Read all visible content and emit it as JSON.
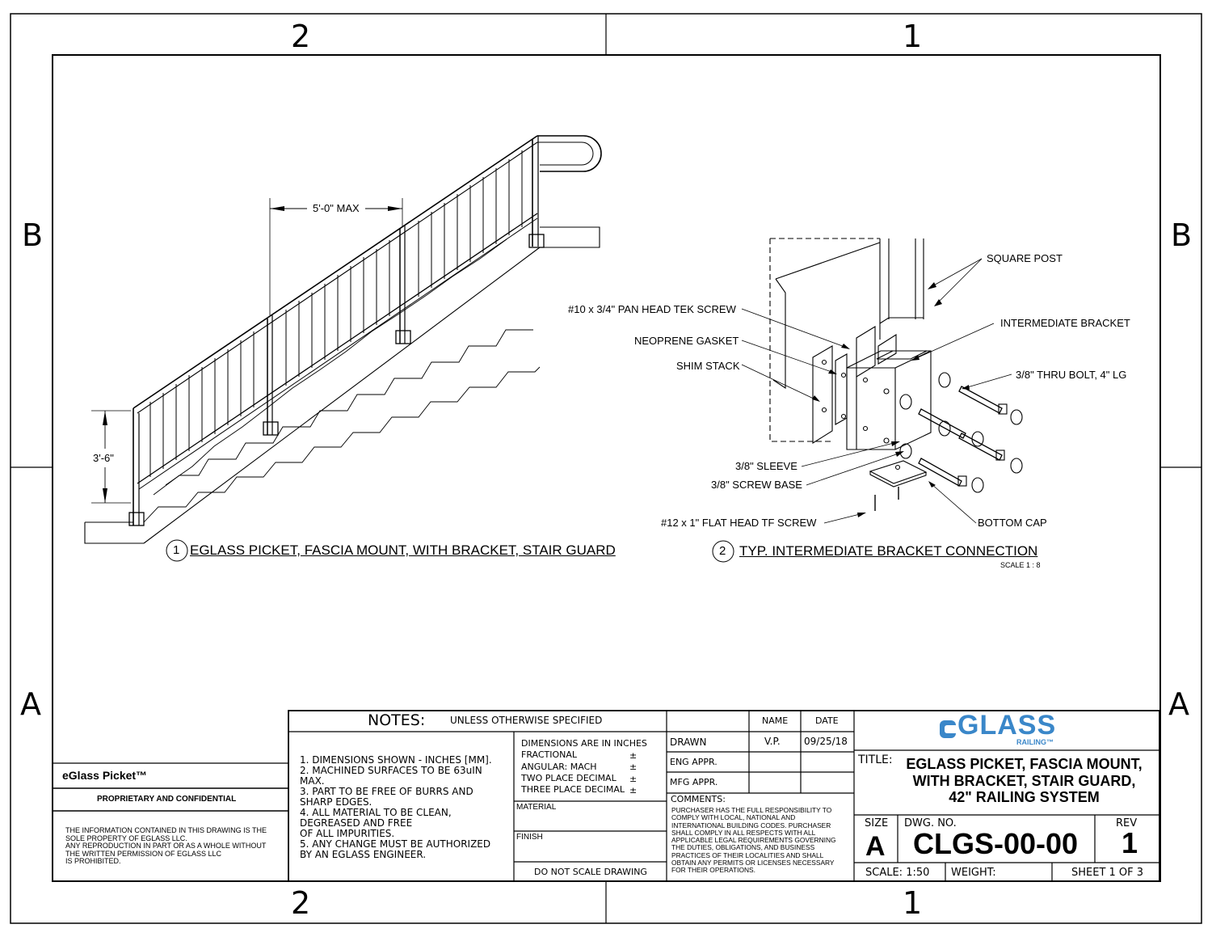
{
  "zones": {
    "top_left": "2",
    "top_right": "1",
    "bottom_left": "2",
    "bottom_right": "1",
    "left_upper": "B",
    "left_lower": "A",
    "right_upper": "B",
    "right_lower": "A"
  },
  "view1": {
    "number": "1",
    "title": "EGLASS PICKET, FASCIA MOUNT, WITH BRACKET, STAIR GUARD",
    "dim_max": "5'-0\" MAX",
    "dim_height": "3'-6\""
  },
  "view2": {
    "number": "2",
    "title": "TYP. INTERMEDIATE BRACKET CONNECTION",
    "scale": "SCALE 1 : 8",
    "callouts": {
      "square_post": "SQUARE POST",
      "tek_screw": "#10 x 3/4\" PAN HEAD TEK SCREW",
      "intermediate_bracket": "INTERMEDIATE BRACKET",
      "neoprene_gasket": "NEOPRENE GASKET",
      "shim_stack": "SHIM STACK",
      "thru_bolt": "3/8\" THRU BOLT, 4\" LG",
      "sleeve": "3/8\" SLEEVE",
      "screw_base": "3/8\" SCREW BASE",
      "flat_head_screw": "#12 x 1\" FLAT HEAD TF SCREW",
      "bottom_cap": "BOTTOM CAP"
    }
  },
  "title_block": {
    "product": "eGlass Picket™",
    "proprietary": "PROPRIETARY AND CONFIDENTIAL",
    "proprietary_text": [
      "THE INFORMATION CONTAINED IN THIS DRAWING IS THE",
      "SOLE PROPERTY OF EGLASS LLC.",
      "ANY REPRODUCTION IN PART OR AS A WHOLE WITHOUT",
      "THE WRITTEN PERMISSION OF EGLASS LLC",
      "IS PROHIBITED."
    ],
    "notes_heading": "NOTES:",
    "notes_sub": "UNLESS OTHERWISE SPECIFIED",
    "notes": [
      "1. DIMENSIONS SHOWN - INCHES [MM].",
      "2. MACHINED SURFACES TO BE 63uIN",
      "MAX.",
      "3. PART TO BE FREE OF BURRS AND",
      "SHARP EDGES.",
      "4. ALL MATERIAL TO BE CLEAN,",
      "DEGREASED AND FREE",
      "OF ALL IMPURITIES.",
      "5. ANY CHANGE MUST BE AUTHORIZED",
      "BY AN EGLASS ENGINEER."
    ],
    "tolerances": [
      "DIMENSIONS ARE IN INCHES",
      "FRACTIONAL",
      "ANGULAR: MACH",
      "TWO PLACE DECIMAL",
      "THREE PLACE DECIMAL"
    ],
    "plusminus": "±",
    "material": "MATERIAL",
    "finish": "FINISH",
    "do_not_scale": "DO NOT SCALE DRAWING",
    "name_hdr": "NAME",
    "date_hdr": "DATE",
    "drawn": "DRAWN",
    "drawn_name": "V.P.",
    "drawn_date": "09/25/18",
    "eng_appr": "ENG APPR.",
    "mfg_appr": "MFG APPR.",
    "comments_hdr": "COMMENTS:",
    "comments": [
      "PURCHASER HAS THE FULL RESPONSIBILITY TO",
      "COMPLY WITH LOCAL, NATIONAL AND",
      "INTERNATIONAL BUILDING CODES. PURCHASER",
      "SHALL COMPLY IN ALL RESPECTS WITH ALL",
      "APPLICABLE LEGAL REQUIREMENTS GOVERNING",
      "THE DUTIES, OBLIGATIONS, AND BUSINESS",
      "PRACTICES OF THEIR LOCALITIES AND SHALL",
      "OBTAIN ANY PERMITS OR LICENSES NECESSARY",
      "FOR THEIR OPERATIONS."
    ],
    "logo_main": "GLASS",
    "logo_sub": "RAILING™",
    "logo_color": "#3a87c9",
    "title_lbl": "TITLE:",
    "title_lines": [
      "EGLASS PICKET, FASCIA MOUNT,",
      "WITH BRACKET, STAIR GUARD,",
      "42\" RAILING SYSTEM"
    ],
    "size_lbl": "SIZE",
    "size": "A",
    "dwg_lbl": "DWG.  NO.",
    "dwg_no": "CLGS-00-00",
    "rev_lbl": "REV",
    "rev": "1",
    "scale": "SCALE: 1:50",
    "weight": "WEIGHT:",
    "sheet": "SHEET 1 OF 3"
  }
}
